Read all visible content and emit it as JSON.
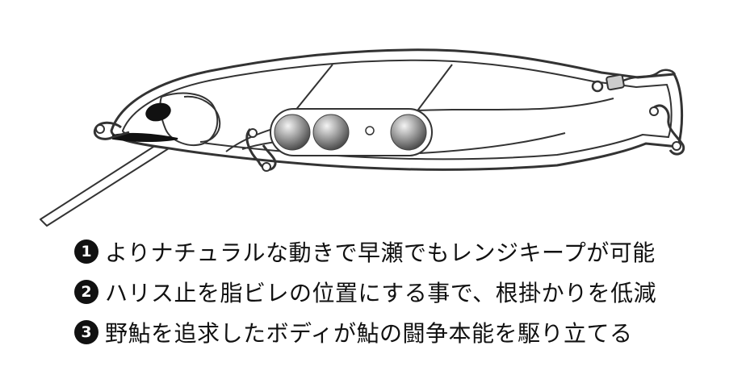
{
  "features": [
    {
      "number": "1",
      "text": "よりナチュラルな動きで早瀬でもレンジキープが可能"
    },
    {
      "number": "2",
      "text": "ハリス止を脂ビレの位置にする事で、根掛かりを低減"
    },
    {
      "number": "3",
      "text": "野鮎を追求したボディが鮎の闘争本能を駆り立てる"
    }
  ],
  "colors": {
    "outline": "#333333",
    "ink": "#111111",
    "ball_dark": "#555555",
    "ball_light": "#f2f2f2",
    "background": "#ffffff"
  }
}
